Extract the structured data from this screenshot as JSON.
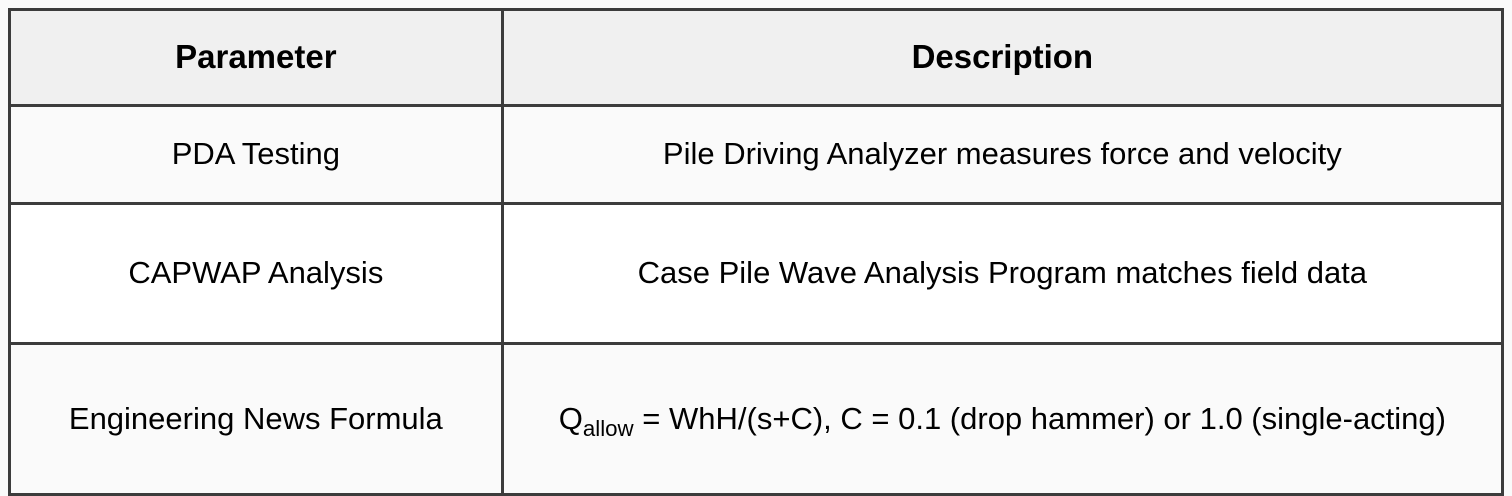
{
  "table": {
    "columns": [
      {
        "key": "parameter",
        "label": "Parameter"
      },
      {
        "key": "description",
        "label": "Description"
      }
    ],
    "rows": [
      {
        "parameter": "PDA Testing",
        "description": "Pile Driving Analyzer measures force and velocity"
      },
      {
        "parameter": "CAPWAP Analysis",
        "description": "Case Pile Wave Analysis Program matches field data"
      },
      {
        "parameter": "Engineering News Formula",
        "description_symbol": "Q",
        "description_subscript": "allow",
        "description_rest": " = WhH/(s+C), C = 0.1 (drop hammer) or 1.0 (single-acting)"
      }
    ]
  },
  "colors": {
    "header_background": "#f0f0f0",
    "row_background_shaded": "#fafafa",
    "row_background_plain": "#ffffff",
    "border": "#3c3c3c",
    "text": "#000000",
    "page_background": "#fafafa"
  }
}
